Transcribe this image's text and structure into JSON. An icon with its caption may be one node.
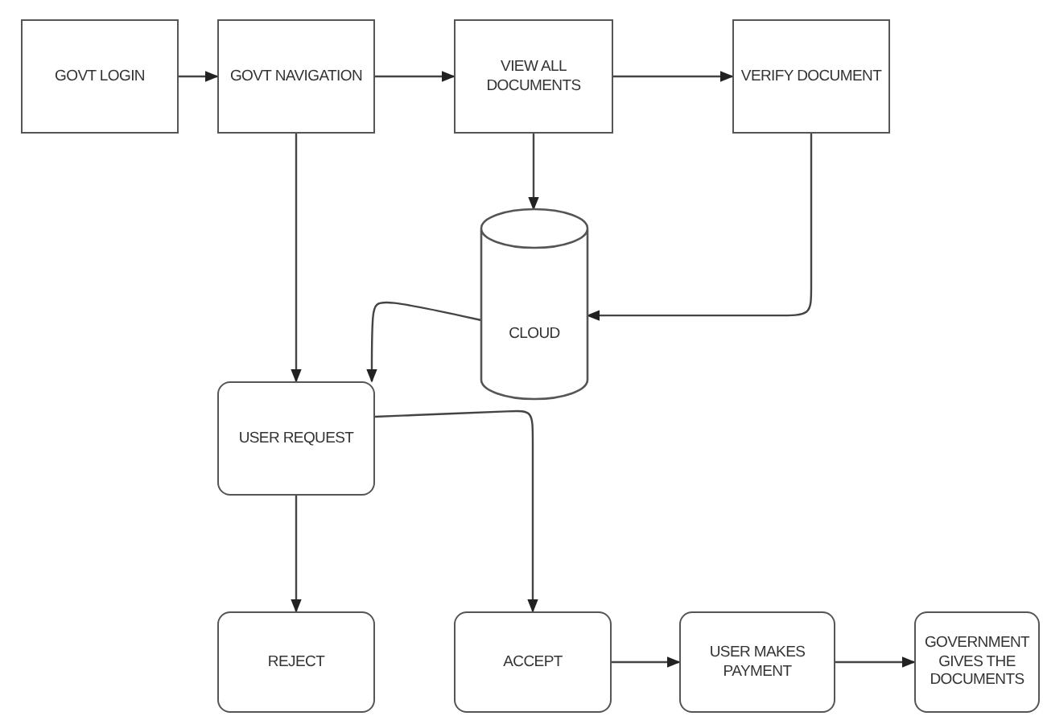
{
  "diagram": {
    "nodes": [
      {
        "text": [
          "GOVT LOGIN"
        ]
      },
      {
        "text": [
          "GOVT NAVIGATION"
        ]
      },
      {
        "text": [
          "VIEW ALL DOCUMENTS"
        ]
      },
      {
        "text": [
          "VERIFY DOCUMENT"
        ]
      },
      {
        "text": [
          "CLOUD"
        ]
      },
      {
        "text": [
          "USER REQUEST"
        ]
      },
      {
        "text": [
          "REJECT"
        ]
      },
      {
        "text": [
          "ACCEPT"
        ]
      },
      {
        "text": [
          "USER MAKES PAYMENT"
        ]
      },
      {
        "text": [
          "GOVERNMENT GIVES THE DOCUMENTS"
        ]
      }
    ],
    "edges": [
      {
        "from": 0,
        "to": 1,
        "arrow": "to"
      },
      {
        "from": 1,
        "to": 2,
        "arrow": "to"
      },
      {
        "from": 2,
        "to": 3,
        "arrow": "to"
      },
      {
        "from": 2,
        "to": 4,
        "arrow": "to"
      },
      {
        "from": 3,
        "to": 4,
        "arrow": "to"
      },
      {
        "from": 4,
        "to": 5,
        "arrow": "to"
      },
      {
        "from": 1,
        "to": 5,
        "arrow": "to"
      },
      {
        "from": 5,
        "to": 6,
        "arrow": "to"
      },
      {
        "from": 5,
        "to": 7,
        "arrow": "to"
      },
      {
        "from": 7,
        "to": 8,
        "arrow": "to"
      },
      {
        "from": 8,
        "to": 9,
        "arrow": "to"
      }
    ]
  }
}
